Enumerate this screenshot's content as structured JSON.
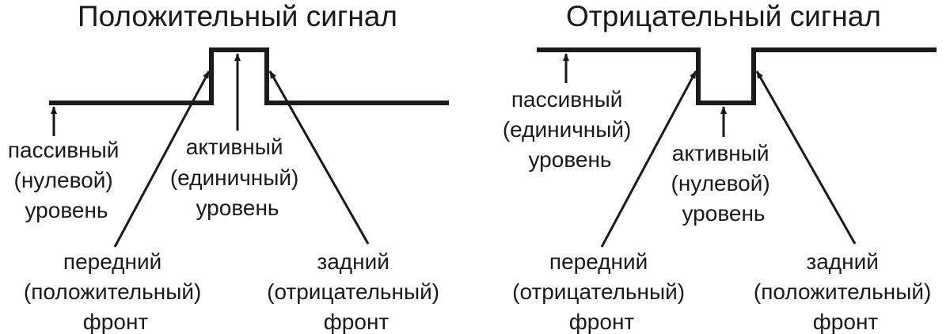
{
  "colors": {
    "ink": "#1a1a1a",
    "background": "#ffffff"
  },
  "positive": {
    "title": "Положительный сигнал",
    "passive_level": [
      "пассивный",
      "(нулевой)",
      "уровень"
    ],
    "active_level": [
      "активный",
      "(единичный)",
      "уровень"
    ],
    "leading_edge": [
      "передний",
      "(положительный)",
      "фронт"
    ],
    "trailing_edge": [
      "задний",
      "(отрицательный)",
      "фронт"
    ]
  },
  "negative": {
    "title": "Отрицательный сигнал",
    "passive_level": [
      "пассивный",
      "(единичный)",
      "уровень"
    ],
    "active_level": [
      "активный",
      "(нулевой)",
      "уровень"
    ],
    "leading_edge": [
      "передний",
      "(отрицательный)",
      "фронт"
    ],
    "trailing_edge": [
      "задний",
      "(положительный)",
      "фронт"
    ]
  }
}
